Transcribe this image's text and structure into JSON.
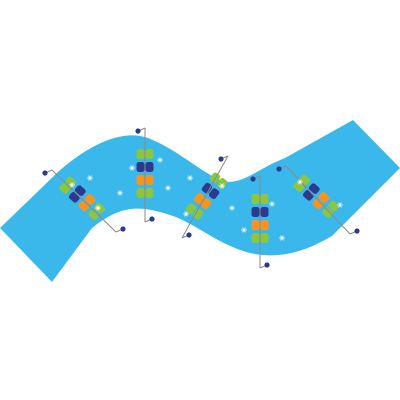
{
  "colors": {
    "background": "#ffffff",
    "membrane": "#3ab8ec",
    "subunit_green": "#8cc63f",
    "subunit_navy": "#2b3a8f",
    "subunit_orange": "#f7941d",
    "particle": "#ffffff",
    "ligand_head": "#2b3a8f",
    "ligand_line": "#8a8a8a"
  },
  "diagram": {
    "membrane_shape": "s-curve",
    "protein_cluster_count": 5,
    "subunit_order": [
      "green",
      "navy",
      "orange",
      "green"
    ],
    "particle_shape": "snowflake",
    "ligand_icon": "lollipop"
  }
}
